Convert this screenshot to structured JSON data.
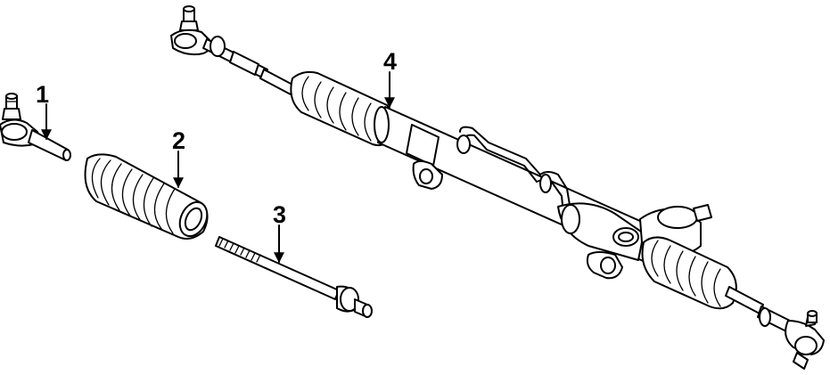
{
  "diagram": {
    "callouts": [
      {
        "id": "1",
        "label": "1"
      },
      {
        "id": "2",
        "label": "2"
      },
      {
        "id": "3",
        "label": "3"
      },
      {
        "id": "4",
        "label": "4"
      }
    ],
    "parts": [
      {
        "callout": "1",
        "icon": "outer-tie-rod-end-icon"
      },
      {
        "callout": "2",
        "icon": "rack-boot-icon"
      },
      {
        "callout": "3",
        "icon": "inner-tie-rod-icon"
      },
      {
        "callout": "4",
        "icon": "steering-rack-assembly-icon"
      }
    ]
  }
}
